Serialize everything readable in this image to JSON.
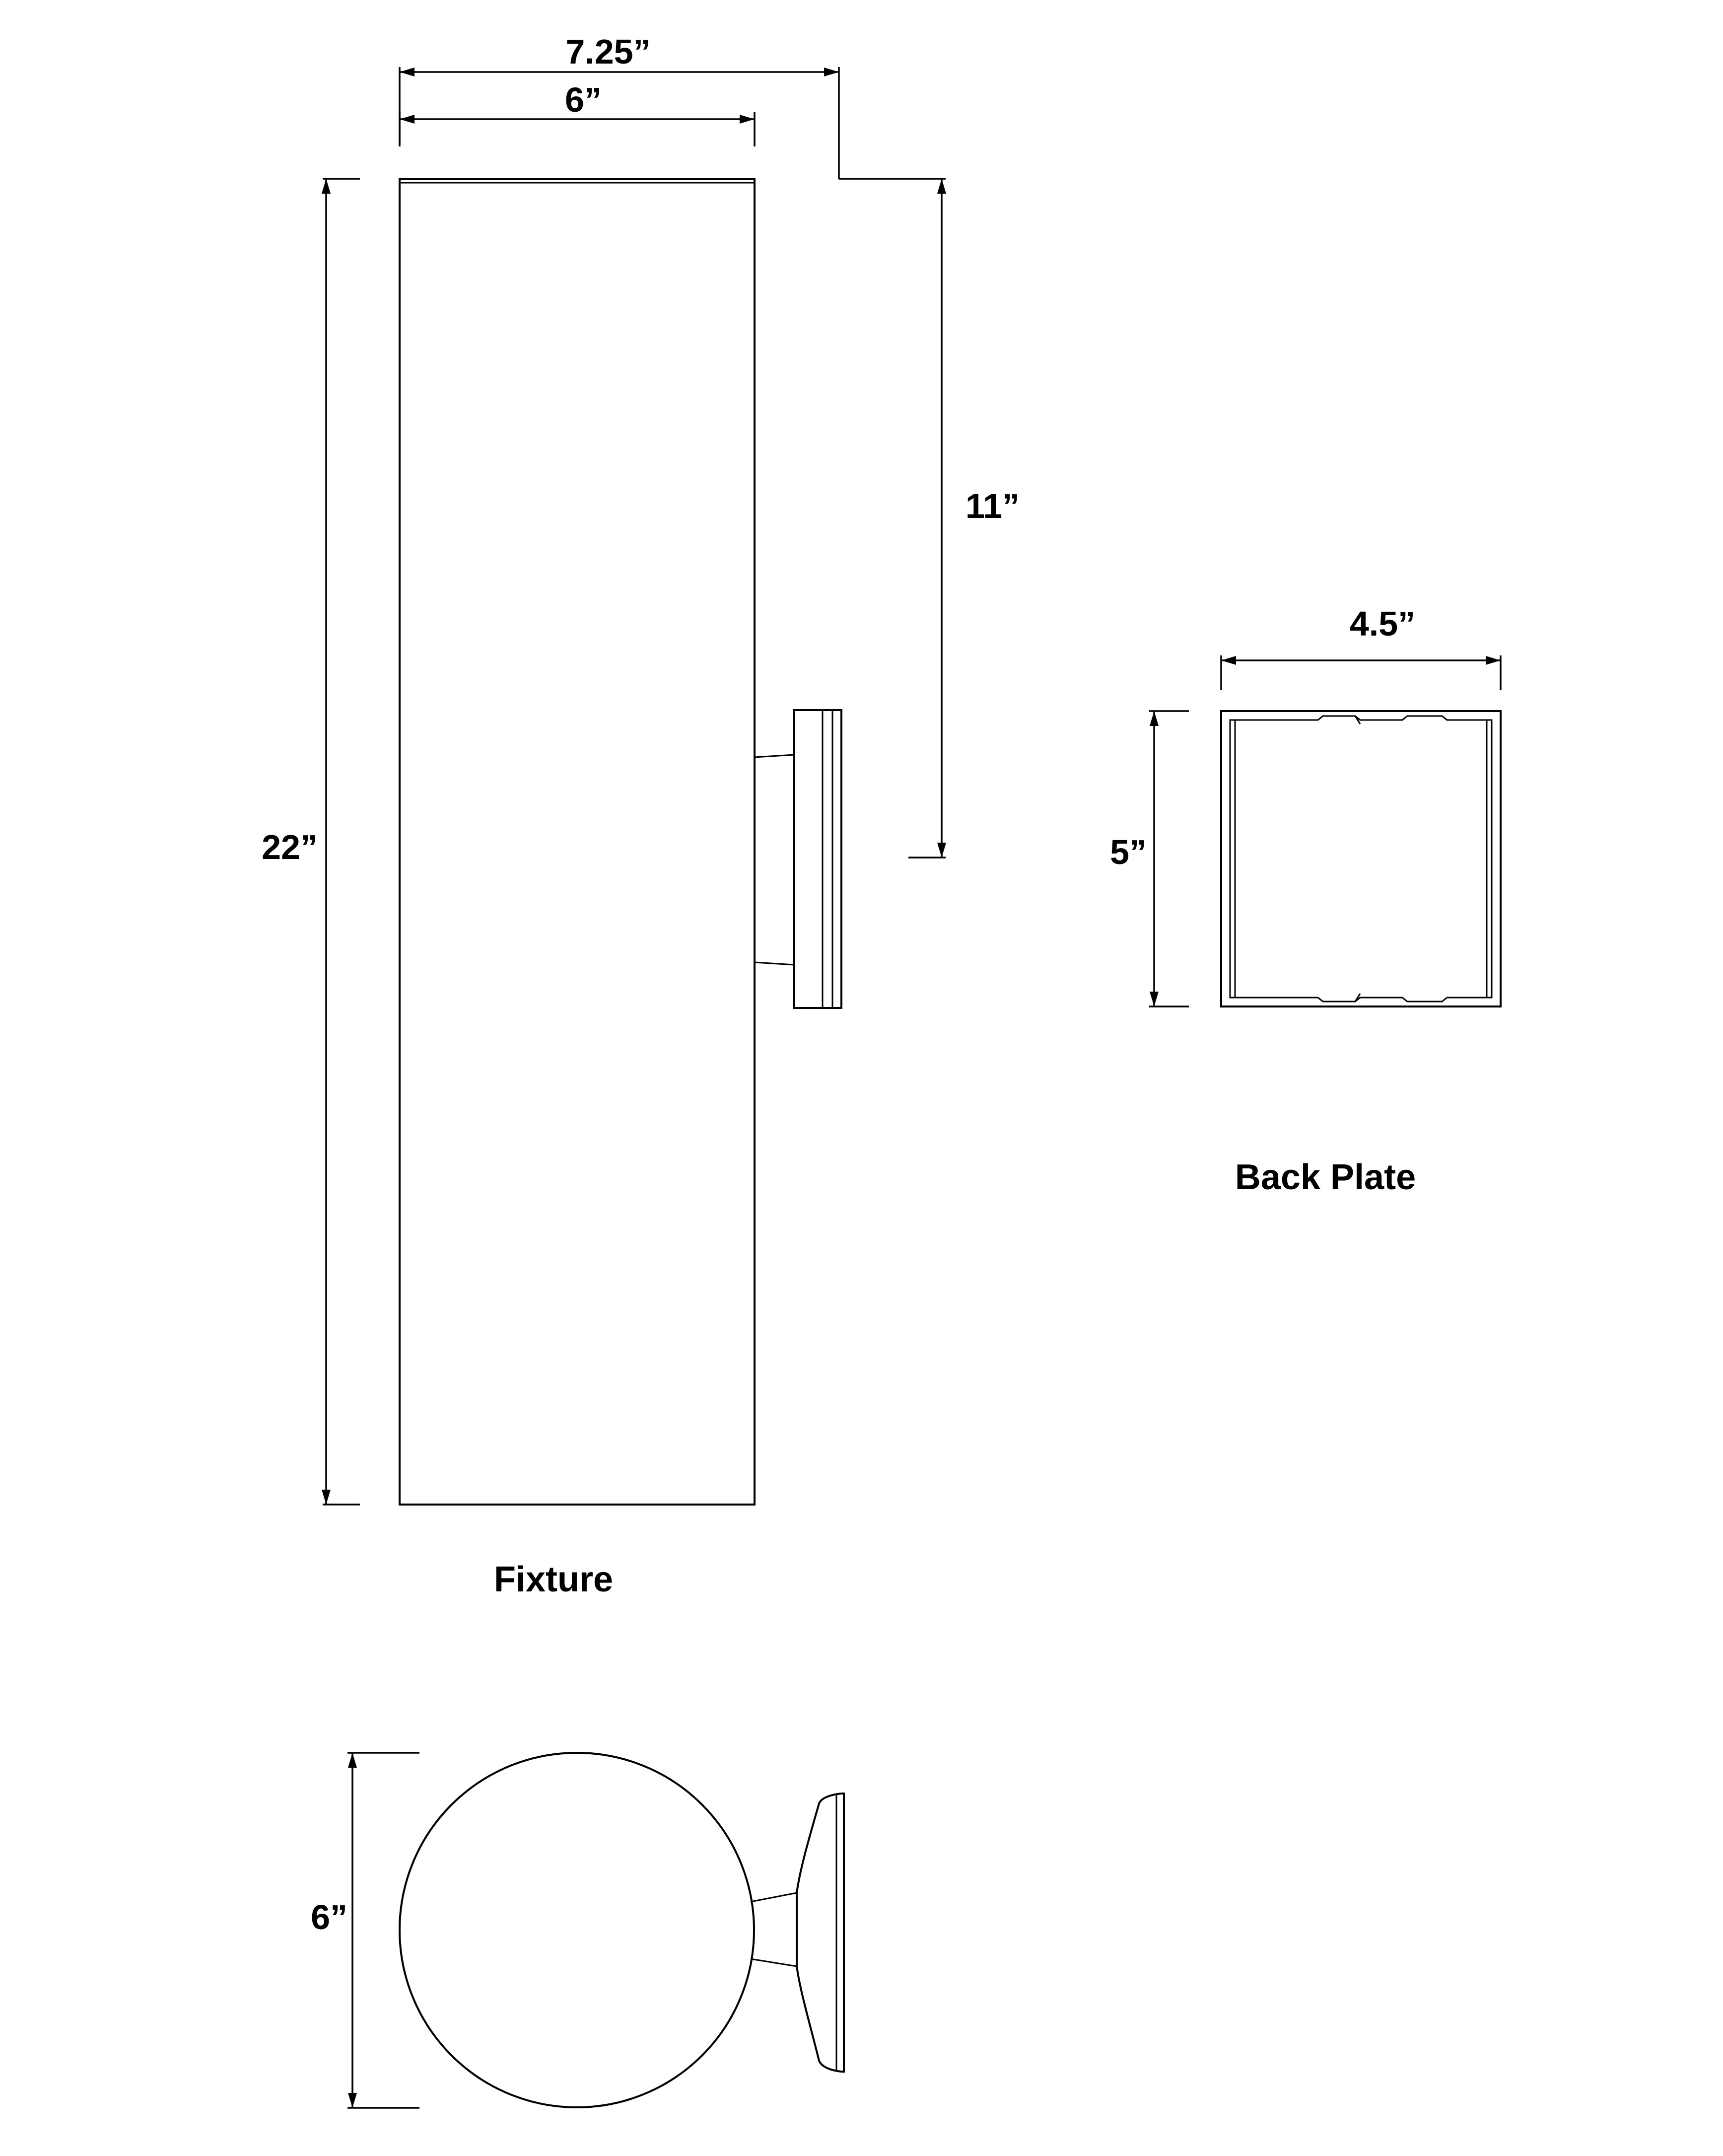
{
  "dimensions": {
    "overall_depth": "7.25”",
    "fixture_width": "6”",
    "mount_height": "11”",
    "fixture_height": "22”",
    "plate_width": "4.5”",
    "plate_height": "5”",
    "diameter": "6”"
  },
  "labels": {
    "fixture": "Fixture",
    "back_plate": "Back Plate"
  }
}
